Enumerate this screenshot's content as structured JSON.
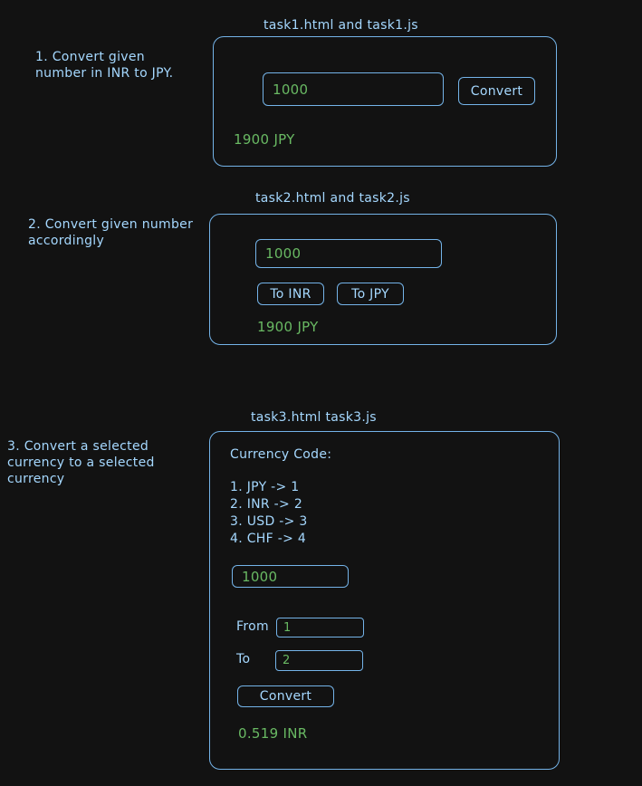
{
  "tasks": [
    {
      "header": "task1.html and task1.js",
      "description_lines": [
        "1. Convert given",
        "number in INR to JPY."
      ],
      "input_value": "1000",
      "button_label": "Convert",
      "result": "1900 JPY"
    },
    {
      "header": "task2.html and task2.js",
      "description_lines": [
        "2. Convert given number",
        "accordingly"
      ],
      "input_value": "1000",
      "buttons": [
        "To INR",
        "To JPY"
      ],
      "result": "1900 JPY"
    },
    {
      "header": "task3.html task3.js",
      "description_lines": [
        "3. Convert a selected",
        "currency to a selected",
        "currency"
      ],
      "currency_code_title": "Currency Code:",
      "codes": [
        "1. JPY -> 1",
        "2. INR -> 2",
        "3. USD -> 3",
        "4. CHF -> 4"
      ],
      "input_value": "1000",
      "from_label": "From",
      "from_value": "1",
      "to_label": "To",
      "to_value": "2",
      "button_label": "Convert",
      "result": "0.519 INR"
    }
  ],
  "colors": {
    "background": "#121212",
    "stroke": "#74b3e8",
    "text": "#a5d8ff",
    "result": "#69b963"
  }
}
